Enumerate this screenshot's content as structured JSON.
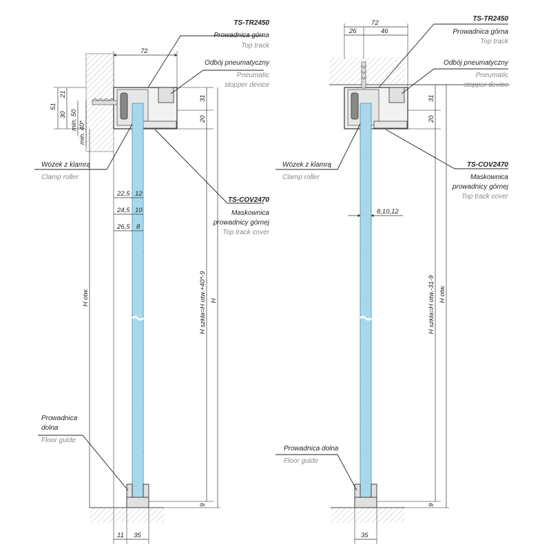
{
  "left": {
    "top_track": {
      "code": "TS-TR2450",
      "pl": "Prowadnica górna",
      "en": "Top track"
    },
    "stopper": {
      "pl": "Odbój pneumatyczny",
      "en1": "Pneumatic",
      "en2": "stopper device"
    },
    "clamp_roller": {
      "pl": "Wózek z klamrą",
      "en": "Clamp roller"
    },
    "cover": {
      "code": "TS-COV2470",
      "pl1": "Maskownica",
      "pl2": "prowadnicy górnej",
      "en": "Top track cover"
    },
    "floor_guide": {
      "pl1": "Prowadnica",
      "pl2": "dolna",
      "en": "Floor guide"
    },
    "dims": {
      "width_72": "72",
      "d51": "51",
      "d21": "21",
      "d30": "30",
      "min50": "min. 50",
      "min40": "min. 40*",
      "d31": "31",
      "d20": "20",
      "g22": "22,5",
      "g12": "12",
      "g24": "24,5",
      "g10": "10",
      "g26": "26,5",
      "g8": "8",
      "hotw": "H otw.",
      "hglass": "H szkła=H otw.+40*-9",
      "h": "H",
      "d9": "9",
      "d11": "11",
      "d35": "35"
    }
  },
  "right": {
    "top_track": {
      "code": "TS-TR2450",
      "pl": "Prowadnica górna",
      "en": "Top track"
    },
    "stopper": {
      "pl": "Odbój pneumatyczny",
      "en1": "Pneumatic",
      "en2": "stopper device"
    },
    "clamp_roller": {
      "pl": "Wózek z klamrą",
      "en": "Clamp roller"
    },
    "cover": {
      "code": "TS-COV2470",
      "pl1": "Maskownica",
      "pl2": "prowadnicy górnej",
      "en": "Top track cover"
    },
    "floor_guide": {
      "pl": "Prowadnica dolna",
      "en": "Floor guide"
    },
    "dims": {
      "width_72": "72",
      "d26": "26",
      "d46": "46",
      "d31": "31",
      "d20": "20",
      "glass": "8,10,12",
      "hglass": "H szkła=H otw.-31-9",
      "hotw": "H otw.",
      "d9": "9",
      "d35": "35"
    }
  },
  "colors": {
    "glass": "#a8d8ea",
    "glass_edge": "#5a9fbf",
    "profile": "#d9d9d9",
    "wall": "#cccccc"
  }
}
